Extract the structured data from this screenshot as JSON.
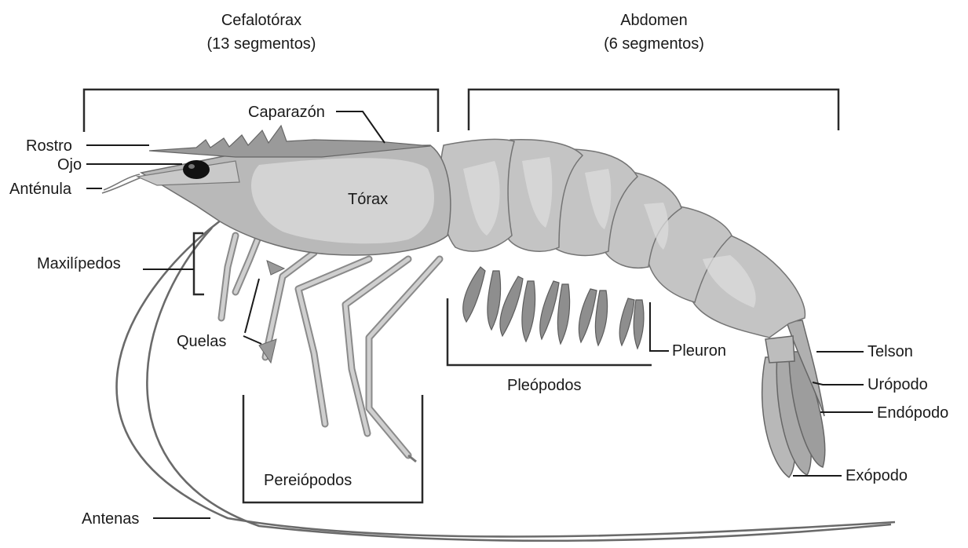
{
  "sections": {
    "cephalothorax": {
      "title": "Cefalotórax",
      "subtitle": "(13 segmentos)"
    },
    "abdomen": {
      "title": "Abdomen",
      "subtitle": "(6 segmentos)"
    }
  },
  "labels": {
    "caparazon": "Caparazón",
    "rostro": "Rostro",
    "ojo": "Ojo",
    "antenula": "Anténula",
    "torax": "Tórax",
    "maxilipedos": "Maxilípedos",
    "quelas": "Quelas",
    "pereiopodos": "Pereiópodos",
    "pleopodos": "Pleópodos",
    "pleuron": "Pleuron",
    "telson": "Telson",
    "uropodo": "Urópodo",
    "endopodo": "Endópodo",
    "exopodo": "Exópodo",
    "antenas": "Antenas"
  },
  "colors": {
    "body": "#b9b9b9",
    "segments": "#c4c4c4",
    "outline": "#6f6f6f",
    "text": "#1a1a1a"
  }
}
